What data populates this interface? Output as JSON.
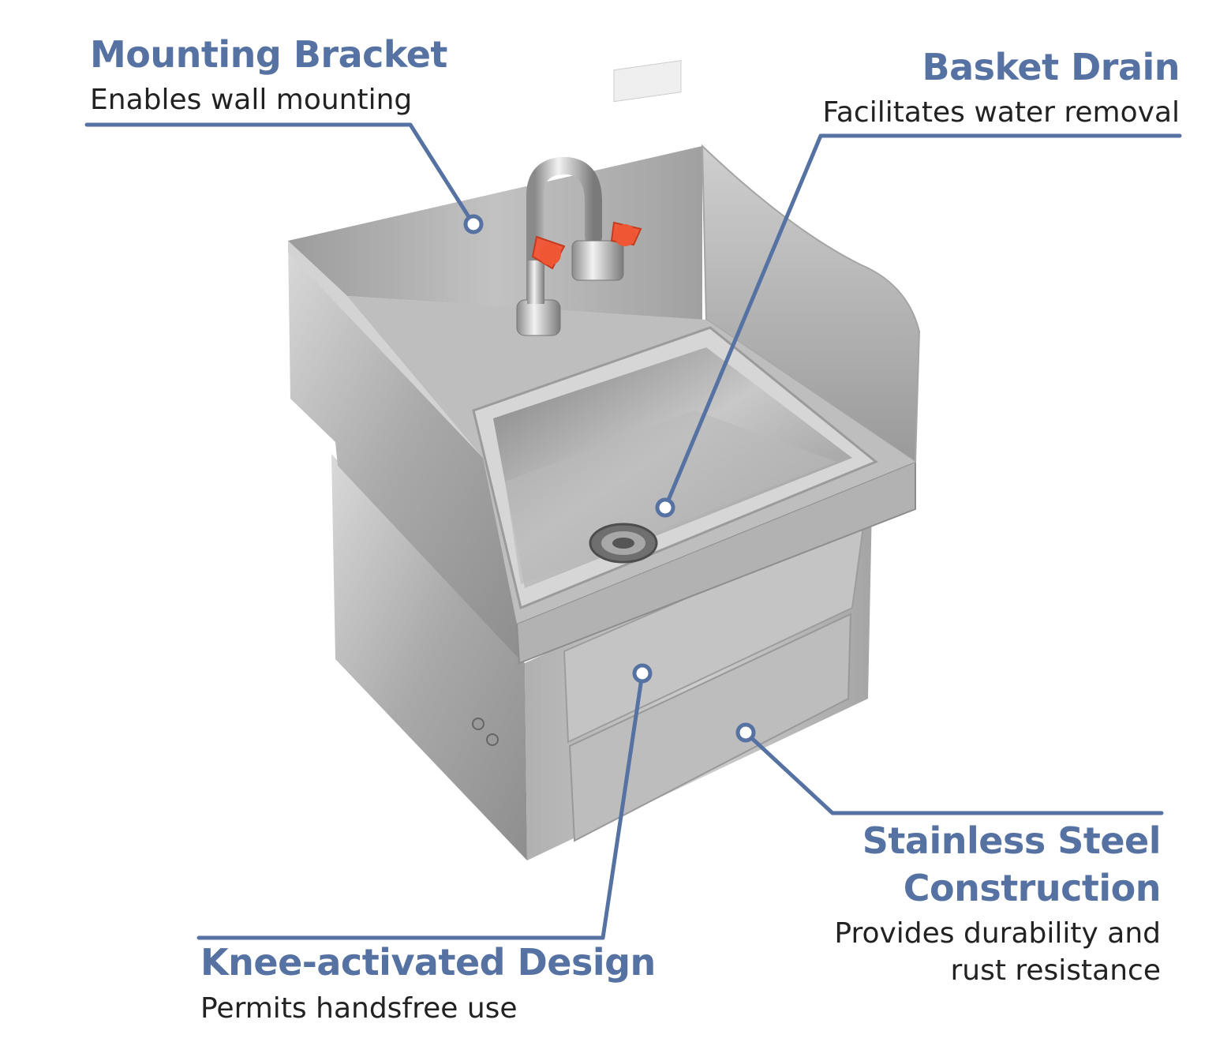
{
  "callouts": {
    "mounting_bracket": {
      "title": "Mounting Bracket",
      "description": "Enables wall mounting"
    },
    "basket_drain": {
      "title": "Basket Drain",
      "description": "Facilitates water removal"
    },
    "stainless_steel": {
      "title_line1": "Stainless Steel",
      "title_line2": "Construction",
      "description_line1": "Provides durability and",
      "description_line2": "rust resistance"
    },
    "knee_activated": {
      "title": "Knee-activated Design",
      "description": "Permits handsfree use"
    }
  },
  "colors": {
    "accent": "#5672a3",
    "text": "#222222",
    "faucet_handles": "#f05a3a",
    "steel": "#b5b5b5"
  },
  "illustration": {
    "subject": "stainless steel wall-mounted hand sink with knee-activated valve and eyewash faucet",
    "icons": [
      "sink-illustration",
      "faucet-icon",
      "basket-drain-icon"
    ]
  }
}
